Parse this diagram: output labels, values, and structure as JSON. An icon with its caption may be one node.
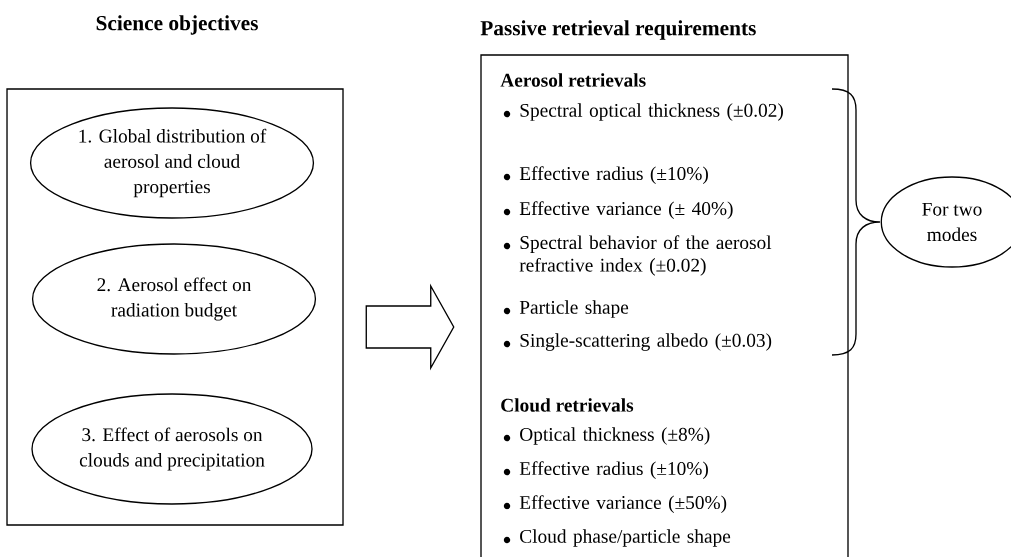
{
  "diagram": {
    "nodes": [
      {
        "text": [
          "Science objectives"
        ]
      },
      {
        "text": [
          "1. Global distribution of aerosol and cloud properties"
        ],
        "in": 0
      },
      {
        "text": [
          "2. Aerosol effect on radiation budget"
        ],
        "in": 0
      },
      {
        "text": [
          "3. Effect of aerosols on clouds and precipitation"
        ],
        "in": 0
      },
      {
        "text": [
          "Passive retrieval requirements",
          "Aerosol retrievals",
          "Spectral optical thickness (±0.02)",
          "Effective radius (±10%)",
          "Effective variance (± 40%)",
          "Spectral behavior of the aerosol refractive index (±0.02)",
          "Particle shape",
          "Single-scattering albedo (±0.03)",
          "Cloud retrievals",
          "Optical thickness (±8%)",
          "Effective radius (±10%)",
          "Effective variance (±50%)",
          "Cloud phase/particle shape"
        ]
      },
      {
        "text": [
          "For two modes"
        ]
      }
    ],
    "edges": [
      {
        "from": 0,
        "to": 4,
        "arrow": "to"
      }
    ]
  }
}
